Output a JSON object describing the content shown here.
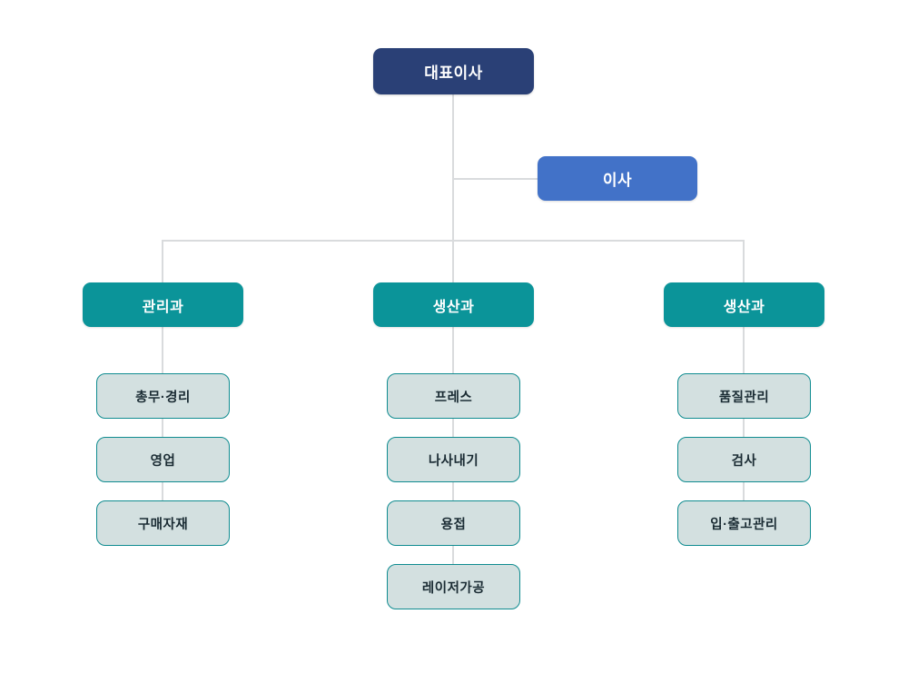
{
  "chart": {
    "type": "org-chart",
    "title": "",
    "nodes": {
      "ceo": {
        "label": "대표이사",
        "level": "executive",
        "color": "#2a4076"
      },
      "director": {
        "label": "이사",
        "level": "director",
        "color": "#4272c8"
      },
      "departments": [
        {
          "label": "관리과",
          "color": "#0b9499",
          "teams": [
            {
              "label": "총무·경리"
            },
            {
              "label": "영업"
            },
            {
              "label": "구매자재"
            }
          ]
        },
        {
          "label": "생산과",
          "color": "#0b9499",
          "teams": [
            {
              "label": "프레스"
            },
            {
              "label": "나사내기"
            },
            {
              "label": "용접"
            },
            {
              "label": "레이저가공"
            }
          ]
        },
        {
          "label": "생산과",
          "color": "#0b9499",
          "teams": [
            {
              "label": "품질관리"
            },
            {
              "label": "검사"
            },
            {
              "label": "입·출고관리"
            }
          ]
        }
      ]
    },
    "colors": {
      "executive": "#2a4076",
      "director": "#4272c8",
      "department": "#0b9499",
      "team_fill": "#d3e0e0",
      "team_border": "#0f8c90",
      "connector": "#d9dbdd",
      "background": "#ffffff"
    }
  }
}
